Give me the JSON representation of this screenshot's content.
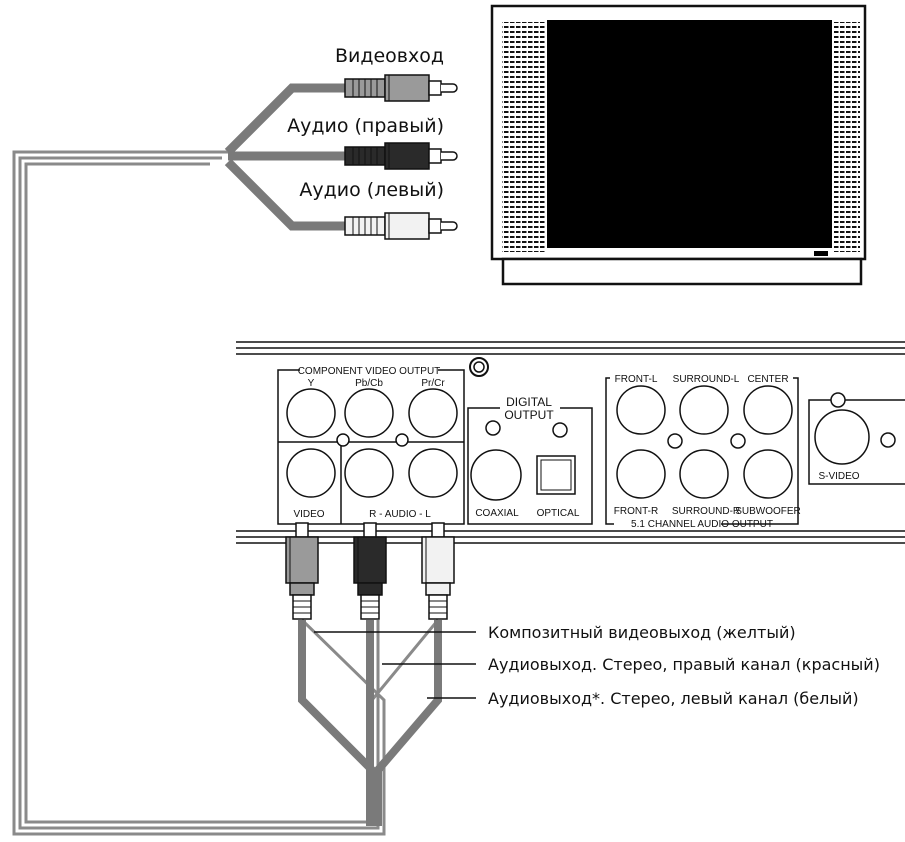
{
  "tv_inputs": {
    "video": "Видеовход",
    "audio_right": "Аудио (правый)",
    "audio_left": "Аудио (левый)"
  },
  "panel": {
    "component_title": "COMPONENT VIDEO OUTPUT",
    "y": "Y",
    "pb_cb": "Pb/Cb",
    "pr_cr": "Pr/Cr",
    "video": "VIDEO",
    "audio": "R - AUDIO - L",
    "digital_line1": "DIGITAL",
    "digital_line2": "OUTPUT",
    "coaxial": "COAXIAL",
    "optical": "OPTICAL",
    "front_l": "FRONT-L",
    "surround_l": "SURROUND-L",
    "center": "CENTER",
    "front_r": "FRONT-R",
    "surround_r": "SURROUND-R",
    "subwoofer": "SUBWOOFER",
    "channel_output": "5.1 CHANNEL AUDIO OUTPUT",
    "s_video": "S-VIDEO"
  },
  "callouts": {
    "composite": "Композитный видеовыход (желтый)",
    "audio_right": "Аудиовыход. Стерео, правый канал (красный)",
    "audio_left": "Аудиовыход*. Стерео, левый канал (белый)"
  },
  "colors": {
    "video_plug": "#9a9a9a",
    "audio_right_plug": "#2a2a2a",
    "audio_left_plug": "#f2f2f2",
    "cable": "#7a7a7a",
    "tv_screen": "#000000"
  }
}
